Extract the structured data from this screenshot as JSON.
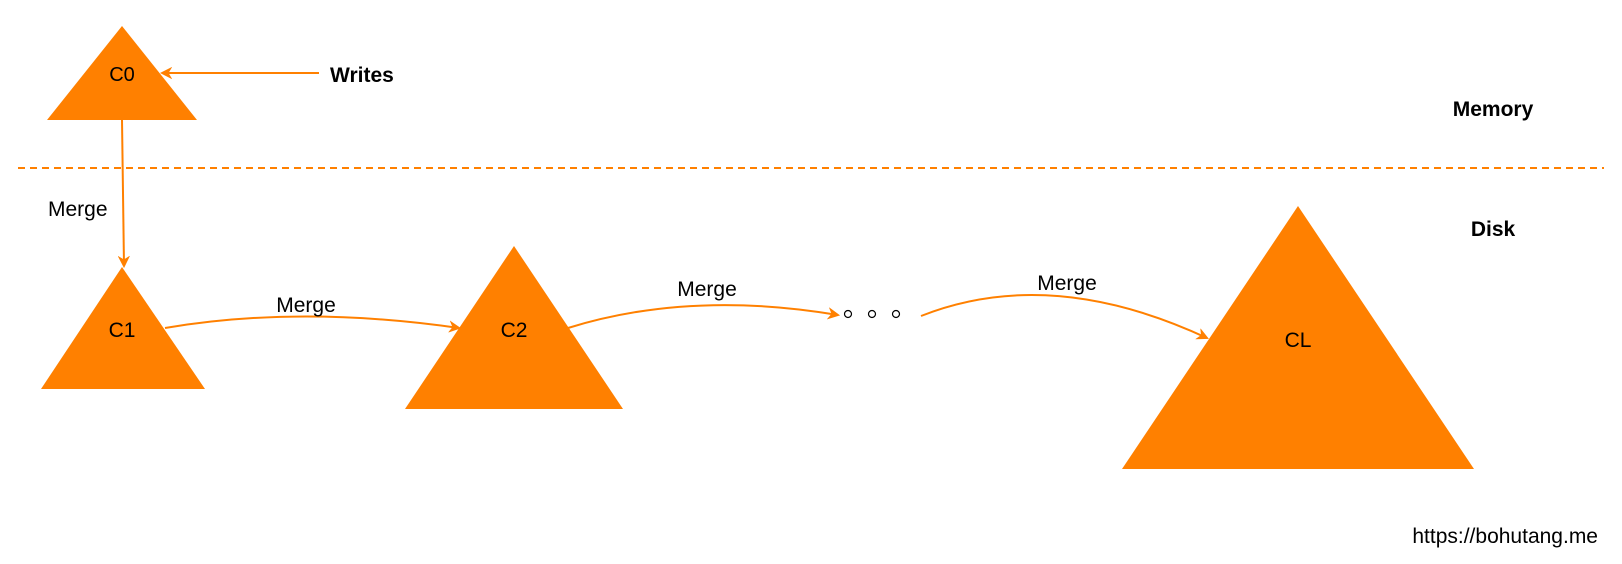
{
  "diagram": {
    "colors": {
      "accent": "#ff8000",
      "text": "#000000",
      "background": "#ffffff"
    },
    "regions": {
      "memory_label": "Memory",
      "disk_label": "Disk"
    },
    "writes_label": "Writes",
    "components": [
      {
        "id": "c0",
        "label": "C0"
      },
      {
        "id": "c1",
        "label": "C1"
      },
      {
        "id": "c2",
        "label": "C2"
      },
      {
        "id": "cl",
        "label": "CL"
      }
    ],
    "merges": [
      {
        "from": "C0",
        "to": "C1",
        "label": "Merge"
      },
      {
        "from": "C1",
        "to": "C2",
        "label": "Merge"
      },
      {
        "from": "C2",
        "to": "...",
        "label": "Merge"
      },
      {
        "from": "...",
        "to": "CL",
        "label": "Merge"
      }
    ],
    "ellipsis_icon": "ellipsis-dots",
    "watermark": "https://bohutang.me"
  }
}
